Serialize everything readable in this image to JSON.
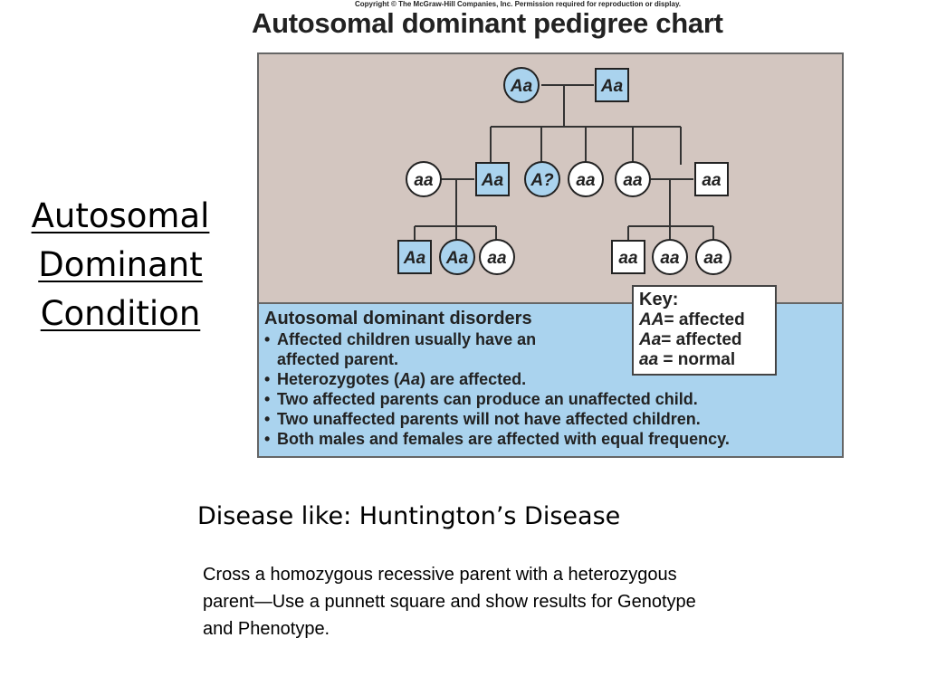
{
  "side_title": {
    "line1": "Autosomal",
    "line2": "Dominant",
    "line3": "Condition"
  },
  "figure": {
    "copyright": "Copyright © The McGraw-Hill Companies, Inc. Permission required for reproduction or display.",
    "title": "Autosomal dominant pedigree chart",
    "pedigree": {
      "generation1": [
        {
          "shape": "circle",
          "genotype": "Aa",
          "affected": true
        },
        {
          "shape": "square",
          "genotype": "Aa",
          "affected": true
        }
      ],
      "generation2": [
        {
          "shape": "circle",
          "genotype": "aa",
          "affected": false
        },
        {
          "shape": "square",
          "genotype": "Aa",
          "affected": true
        },
        {
          "shape": "circle",
          "genotype": "A?",
          "affected": true
        },
        {
          "shape": "circle",
          "genotype": "aa",
          "affected": false
        },
        {
          "shape": "circle",
          "genotype": "aa",
          "affected": false
        },
        {
          "shape": "square",
          "genotype": "aa",
          "affected": false
        }
      ],
      "generation3": [
        {
          "shape": "square",
          "genotype": "Aa",
          "affected": true
        },
        {
          "shape": "circle",
          "genotype": "Aa",
          "affected": true
        },
        {
          "shape": "circle",
          "genotype": "aa",
          "affected": false
        },
        {
          "shape": "square",
          "genotype": "aa",
          "affected": false
        },
        {
          "shape": "circle",
          "genotype": "aa",
          "affected": false
        },
        {
          "shape": "circle",
          "genotype": "aa",
          "affected": false
        }
      ]
    },
    "key": {
      "title": "Key:",
      "rows": [
        {
          "genotype": "AA",
          "meaning": "= affected"
        },
        {
          "genotype": "Aa",
          "meaning": "= affected"
        },
        {
          "genotype": "aa",
          "meaning": " = normal"
        }
      ]
    },
    "disorders": {
      "title": "Autosomal dominant disorders",
      "rule1_line1": "Affected children usually have an",
      "rule1_line2": "affected parent.",
      "rule2_pre": "Heterozygotes (",
      "rule2_em": "Aa",
      "rule2_post": ") are affected.",
      "rule3": "Two affected parents can produce an unaffected child.",
      "rule4": "Two unaffected parents will not have affected children.",
      "rule5": "Both males and females are affected with equal frequency.",
      "bullet": "•"
    },
    "colors": {
      "affected_fill": "#aad3ee",
      "normal_fill": "#ffffff",
      "upper_bg": "#d3c6c0",
      "lower_bg": "#aad3ee"
    }
  },
  "disease_heading": "Disease like: Huntington’s Disease",
  "instructions": "Cross a homozygous recessive parent with a heterozygous parent—Use a punnett square and show results for Genotype and Phenotype."
}
